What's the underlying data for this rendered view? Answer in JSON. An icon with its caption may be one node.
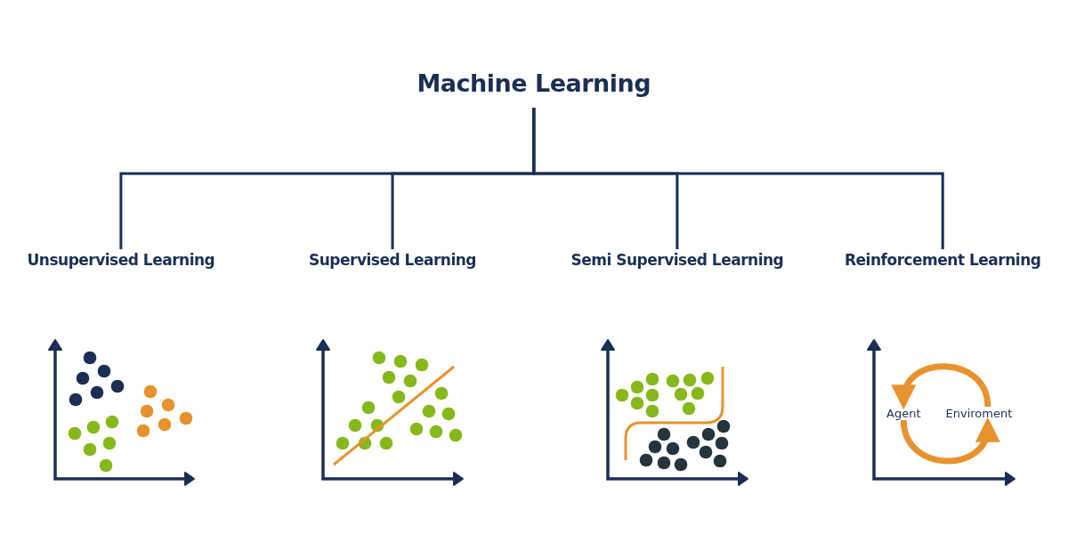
{
  "diagram": {
    "nodes": [
      {
        "text": [
          "Machine Learning"
        ]
      },
      {
        "text": [
          "Unsupervised Learning"
        ]
      },
      {
        "text": [
          "Supervised Learning"
        ]
      },
      {
        "text": [
          "Semi Supervised Learning"
        ]
      },
      {
        "text": [
          "Reinforcement Learning"
        ]
      },
      {
        "text": [
          "Agent"
        ]
      },
      {
        "text": [
          "Enviroment"
        ]
      }
    ],
    "edges": [
      {
        "from": 0,
        "to": 1,
        "arrow": "none"
      },
      {
        "from": 0,
        "to": 2,
        "arrow": "none"
      },
      {
        "from": 0,
        "to": 3,
        "arrow": "none"
      },
      {
        "from": 0,
        "to": 4,
        "arrow": "none"
      },
      {
        "from": 6,
        "to": 5,
        "arrow": "to",
        "style": "thick",
        "color": "#e8922e"
      },
      {
        "from": 5,
        "to": 6,
        "arrow": "to",
        "style": "thick",
        "color": "#e8922e"
      }
    ]
  }
}
